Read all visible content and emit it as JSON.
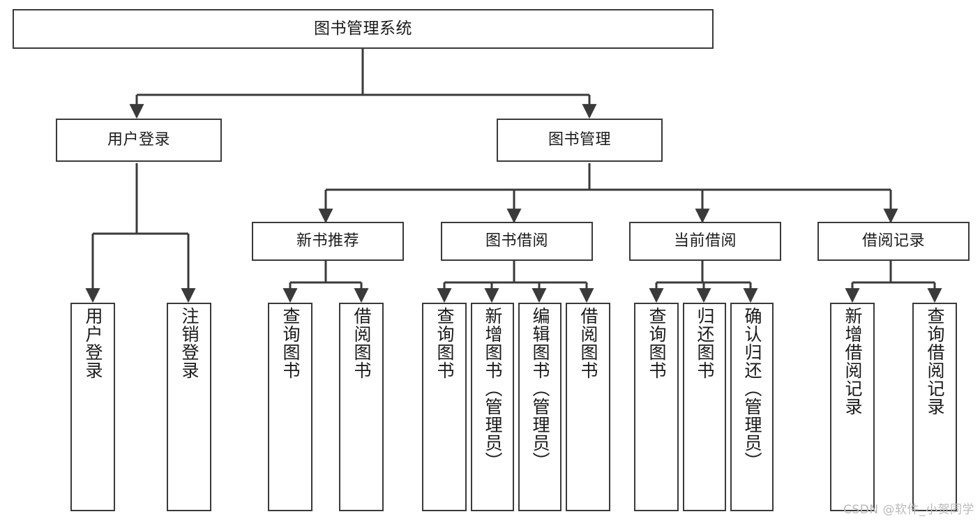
{
  "diagram": {
    "title": "图书管理系统",
    "type": "functional-structure-tree",
    "colors": {
      "background": "#ffffff",
      "box_border": "#3a3a3a",
      "box_fill": "#ffffff",
      "edge": "#3a3a3a",
      "text": "#1a1a1a",
      "watermark": "#b9b9b9"
    },
    "root": {
      "label": "图书管理系统"
    },
    "tier2": [
      {
        "label": "用户登录"
      },
      {
        "label": "图书管理"
      }
    ],
    "tier3": [
      {
        "label": "新书推荐"
      },
      {
        "label": "图书借阅"
      },
      {
        "label": "当前借阅"
      },
      {
        "label": "借阅记录"
      }
    ],
    "leaves": {
      "user_login": [
        {
          "label": "用户登录"
        },
        {
          "label": "注销登录"
        }
      ],
      "new_book_recommend": [
        {
          "label": "查询图书"
        },
        {
          "label": "借阅图书"
        }
      ],
      "book_borrow": [
        {
          "label": "查询图书"
        },
        {
          "label": "新增图书（管理员）"
        },
        {
          "label": "编辑图书（管理员）"
        },
        {
          "label": "借阅图书"
        }
      ],
      "current_borrow": [
        {
          "label": "查询图书"
        },
        {
          "label": "归还图书"
        },
        {
          "label": "确认归还（管理员）"
        }
      ],
      "borrow_record": [
        {
          "label": "新增借阅记录"
        },
        {
          "label": "查询借阅记录"
        }
      ]
    },
    "watermark": "CSDN @软件_小贺同学"
  }
}
